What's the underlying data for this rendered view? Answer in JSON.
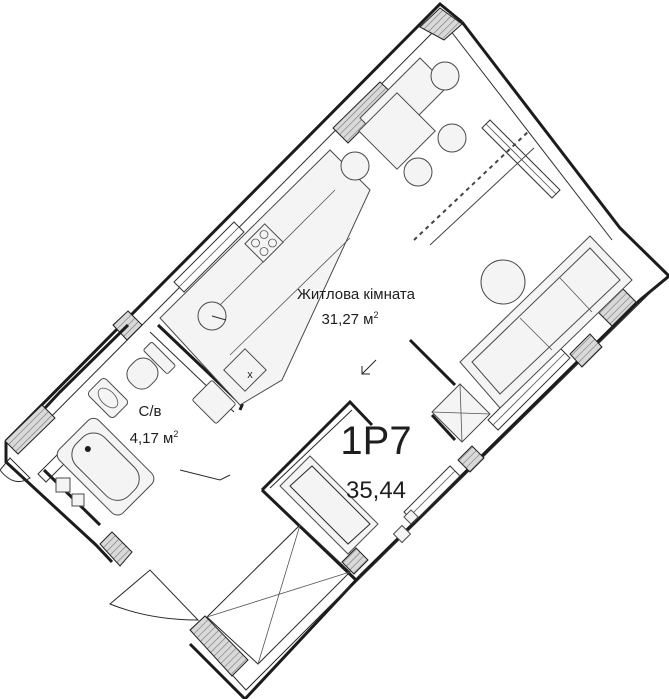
{
  "plan": {
    "living_room": {
      "name": "Житлова кімната",
      "area": "31,27 м",
      "area_unit_power": "2"
    },
    "bathroom": {
      "name": "С/в",
      "area": "4,17 м",
      "area_unit_power": "2"
    },
    "unit": {
      "code": "1Р7",
      "total_area": "35,44"
    },
    "fixture_marks": {
      "hood": "x"
    }
  }
}
